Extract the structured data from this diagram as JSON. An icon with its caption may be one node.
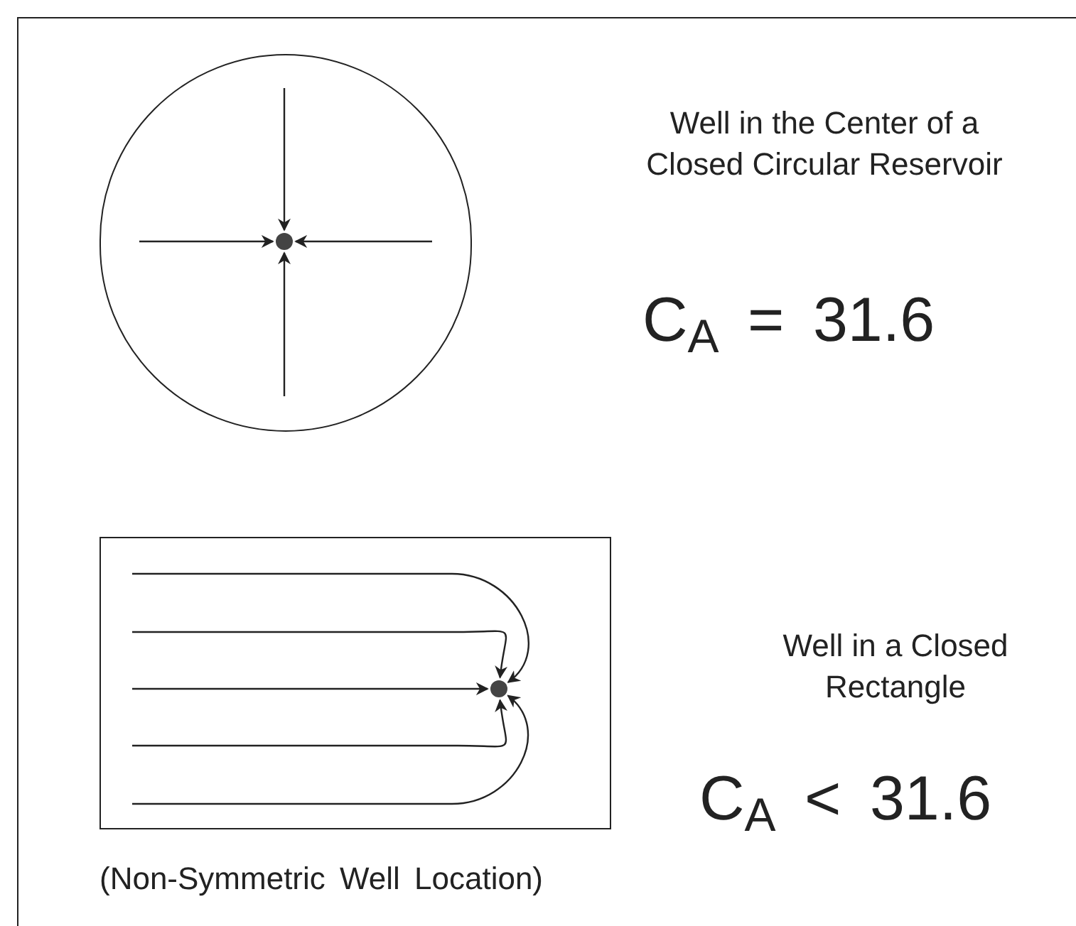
{
  "diagram": {
    "nodes": [
      {
        "text": [],
        "shape": "circle"
      },
      {
        "text": [],
        "shape": "circle",
        "in": 0
      },
      {
        "text": [],
        "shape": "box",
        "beside": [
          "(Non-Symmetric Well Location)"
        ]
      },
      {
        "text": [],
        "shape": "circle",
        "in": 2
      }
    ],
    "edges": [
      {
        "from": null,
        "to": 1,
        "arrow": "to"
      },
      {
        "from": null,
        "to": 1,
        "arrow": "to"
      },
      {
        "from": null,
        "to": 1,
        "arrow": "to"
      },
      {
        "from": null,
        "to": 1,
        "arrow": "to"
      },
      {
        "from": null,
        "to": 3,
        "arrow": "to"
      },
      {
        "from": null,
        "to": 3,
        "arrow": "to"
      },
      {
        "from": null,
        "to": 3,
        "arrow": "to"
      },
      {
        "from": null,
        "to": 3,
        "arrow": "to"
      },
      {
        "from": null,
        "to": 3,
        "arrow": "to"
      }
    ],
    "labels": [
      "Well in the Center of a Closed Circular Reservoir",
      "C$_{A}$ = 31.6",
      "Well in a Closed Rectangle",
      "C$_{A}$ < 31.6"
    ]
  }
}
